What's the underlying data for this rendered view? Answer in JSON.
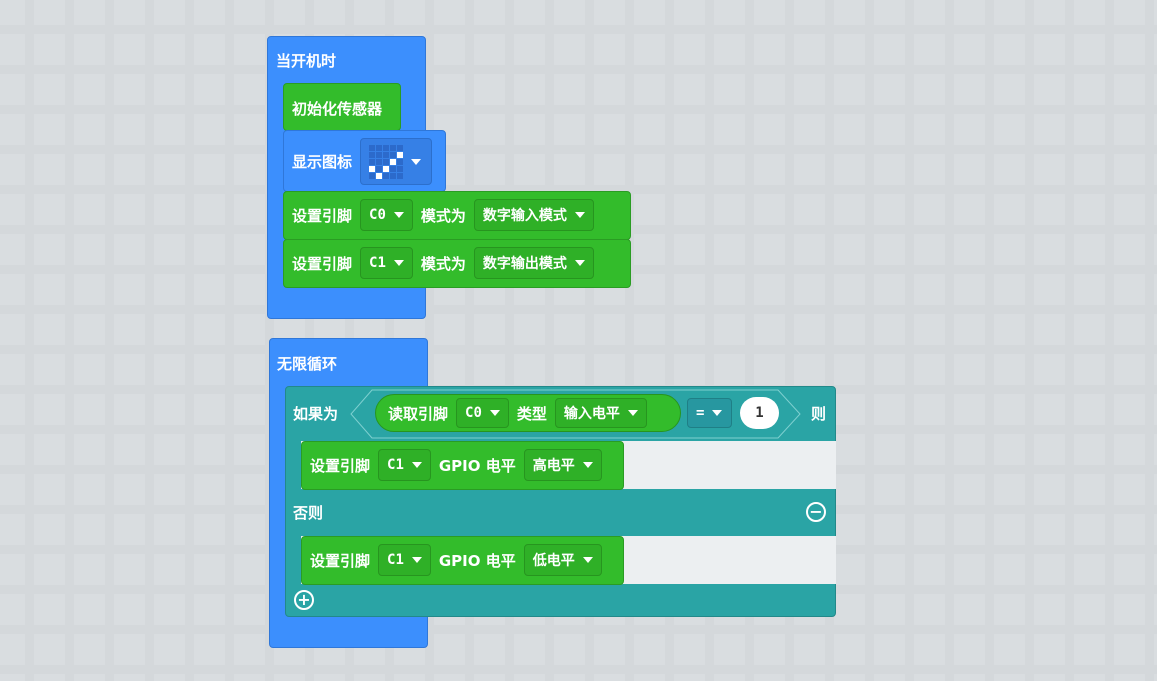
{
  "on_start": {
    "title": "当开机时",
    "init": "初始化传感器",
    "show_icon": {
      "label": "显示图标",
      "icon": [
        [
          0,
          0,
          0,
          0,
          0
        ],
        [
          0,
          0,
          0,
          0,
          1
        ],
        [
          0,
          0,
          0,
          1,
          0
        ],
        [
          1,
          0,
          1,
          0,
          0
        ],
        [
          0,
          1,
          0,
          0,
          0
        ]
      ]
    },
    "set_mode": [
      {
        "label": "设置引脚",
        "pin": "C0",
        "mid": "模式为",
        "mode": "数字输入模式"
      },
      {
        "label": "设置引脚",
        "pin": "C1",
        "mid": "模式为",
        "mode": "数字输出模式"
      }
    ]
  },
  "forever": {
    "title": "无限循环",
    "if": {
      "label": "如果为",
      "read": "读取引脚",
      "pin": "C0",
      "type_label": "类型",
      "type": "输入电平",
      "op": "=",
      "value": "1",
      "then": "则"
    },
    "then_action": {
      "label": "设置引脚",
      "pin": "C1",
      "gpio": "GPIO 电平",
      "level": "高电平"
    },
    "else": "否则",
    "else_action": {
      "label": "设置引脚",
      "pin": "C1",
      "gpio": "GPIO 电平",
      "level": "低电平"
    }
  },
  "colors": {
    "event": "#3c8ffd",
    "action": "#33bc2b",
    "logic": "#2aa4a5",
    "workspace": "#eceff1"
  }
}
